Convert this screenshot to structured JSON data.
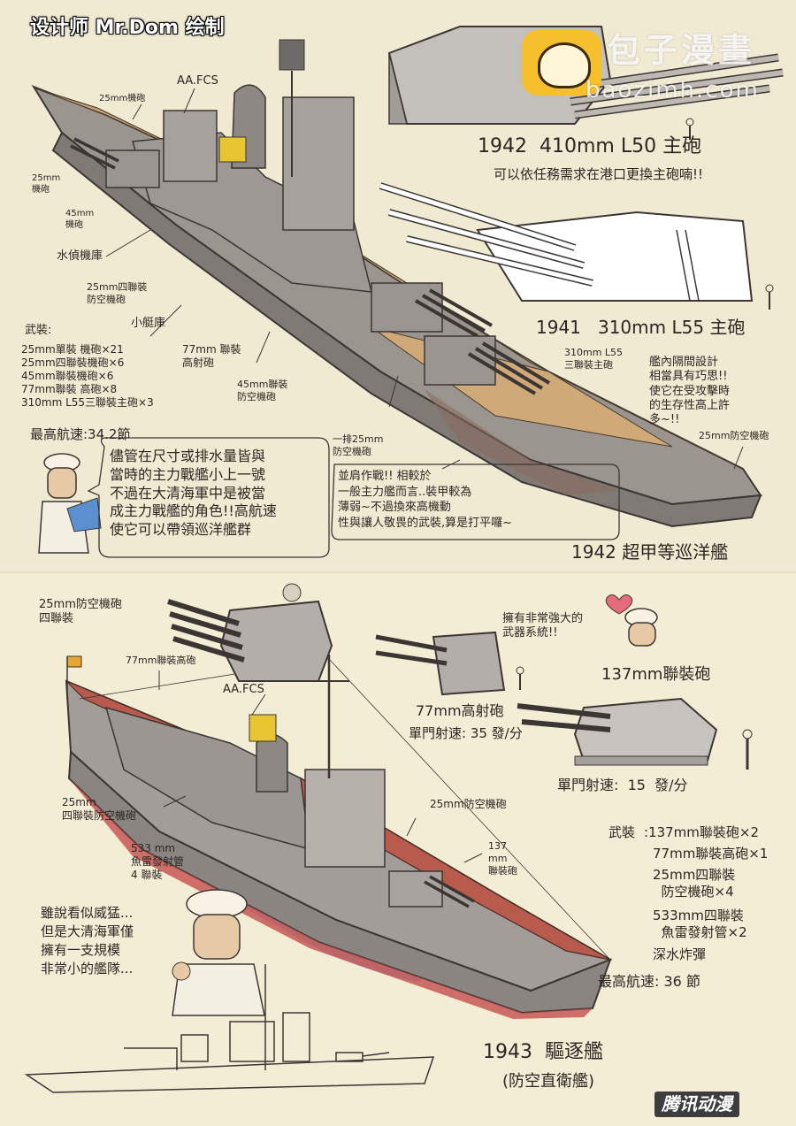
{
  "credit": "设计师 Mr.Dom 绘制",
  "watermark": {
    "name": "包子漫畫",
    "url": "baozimh.com",
    "corner": "腾讯动漫"
  },
  "colors": {
    "paper": "#f1ead3",
    "hull_grey": "#8e8a86",
    "deck_wood": "#c9a476",
    "hull_red": "#b85b4c",
    "sea_blue": "#6d9ccf",
    "flag_yellow": "#e8c531"
  },
  "cruiser": {
    "labels": {
      "aa_fcs": "AA.FCS",
      "aa25_top": "25mm機砲",
      "aa25_left": "25mm\n機砲",
      "gun45": "45mm\n機砲",
      "seaplane": "水偵機庫",
      "aa25_quad": "25mm四聯裝\n防空機砲",
      "boat": "小艇庫",
      "gun77": "77mm 聯裝\n高射砲",
      "aa45": "45mm聯裝\n防空機砲",
      "aa25_row": "一排25mm\n防空機砲",
      "main310": "310mm L55\n三聯裝主砲",
      "aa25_bow": "25mm防空機砲"
    },
    "gun410_title": "1942  410mm L50 主砲",
    "gun410_note": "可以依任務需求在港口更換主砲喃!!",
    "gun310_title": "1941   310mm L55 主砲",
    "armament_heading": "武裝:",
    "armament": [
      "25mm單裝 機砲×21",
      "25mm四聯裝機砲×6",
      "45mm聯裝機砲×6",
      "77mm聯裝 高砲×8",
      "310mm L55三聯裝主砲×3"
    ],
    "speed": "最高航速:34.2節",
    "hull_note": "艦內隔間設計\n相當具有巧思!!\n使它在受攻擊時\n的生存性高上許\n多~!!",
    "speech": "儘管在尺寸或排水量皆與\n當時的主力戰艦小上一號\n不過在大清海軍中是被當\n成主力戰艦的角色!!高航速\n使它可以帶領巡洋艦群",
    "speech2": "並肩作戰!! 相較於\n一般主力艦而言..裝甲較為\n薄弱~不過換來高機動\n性與讓人敬畏的武裝,算是打平囉~",
    "caption": "1942 超甲等巡洋艦"
  },
  "destroyer": {
    "labels": {
      "aa25_quad": "25mm防空機砲\n四聯裝",
      "gun77": "77mm聯裝高砲",
      "aa_fcs": "AA.FCS",
      "aa25_quad2": "25mm\n四聯裝防空機砲",
      "torpedo": "533 mm\n魚雷發射管\n4 聯裝",
      "aa25": "25mm防空機砲",
      "gun137_small": "137\nmm\n聯裝砲"
    },
    "boast": "擁有非常強大的\n武器系統!!",
    "gun77_title": "77mm高射砲",
    "gun77_rate": "單門射速: 35 發/分",
    "gun137_title": "137mm聯裝砲",
    "gun137_rate": "單門射速:  15  發/分",
    "armament_heading": "武裝",
    "armament": [
      ":137mm聯裝砲×2",
      "77mm聯裝高砲×1",
      "25mm四聯裝\n  防空機砲×4",
      "533mm四聯裝\n  魚雷發射管×2",
      "深水炸彈"
    ],
    "speed": "最高航速: 36 節",
    "speech": "雖說看似威猛...\n但是大清海軍僅\n擁有一支規模\n非常小的艦隊...",
    "caption": "1943  驅逐艦",
    "subcaption": "(防空直衛艦)"
  }
}
